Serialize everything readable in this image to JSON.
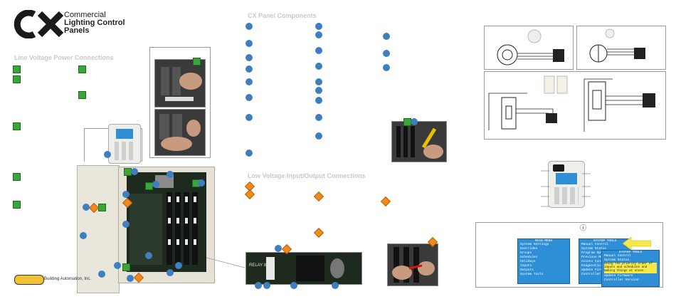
{
  "logo": {
    "mark": "CX",
    "line1": "Commercial",
    "line2": "Lighting Control",
    "line3": "Panels"
  },
  "headings": {
    "line_voltage": "Line Voltage Power Connections",
    "components": "CX Panel Components",
    "low_voltage": "Low Voltage Input/Output Connections"
  },
  "brand": {
    "company": "Building Automation, Inc."
  },
  "board_label": "RELAY 8",
  "circled_mark": "ⓘ",
  "main_menu": {
    "title": "MAIN MENU",
    "items": [
      "System Settings",
      "Overrides",
      "Groups",
      "Schedules",
      "Holidays",
      "Inputs",
      "Outputs",
      "System Tools"
    ]
  },
  "system_tools": {
    "title": "SYSTEM TOOLS",
    "items": [
      "Manual Control",
      "System Status",
      "Program Options",
      "Previous Memory",
      "Access Control",
      "Diagnostics",
      "Update Firmware",
      "Controller Version"
    ]
  },
  "system_tools_zoom": {
    "title": "SYSTEM TOOLS",
    "items": [
      "Manual Control",
      "System Status"
    ],
    "highlight": "Using the priority order of inputs and schedules and making things at onces.",
    "items_after": [
      "Update Firmware",
      "Controller Version"
    ]
  },
  "colors": {
    "blue_marker": "#3f7fbf",
    "green_marker": "#3aa63a",
    "orange_marker": "#f08a1c",
    "lcd": "#2f8fd6",
    "highlight": "#f5e94a"
  }
}
